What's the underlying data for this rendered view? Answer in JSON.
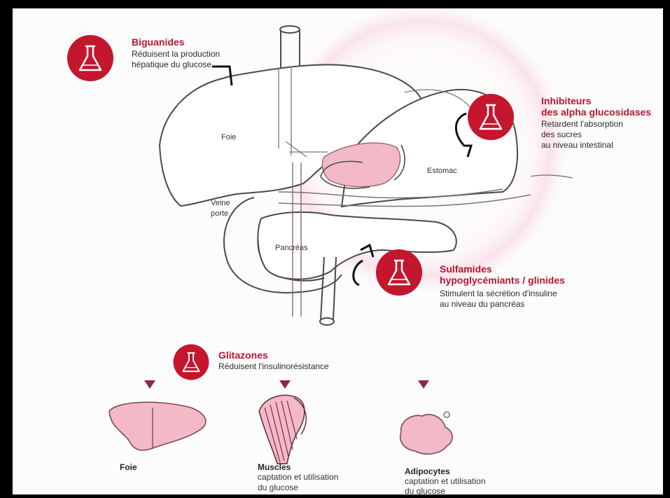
{
  "colors": {
    "accent": "#c4162d",
    "organ": "#f3b9c6",
    "organ_dark": "#c25a78",
    "line": "#4a4a4a"
  },
  "icons": {
    "badge": "flask-icon",
    "pointer": "triangle-down-icon"
  },
  "labels": {
    "foie": "Foie",
    "veine_porte_1": "Veine",
    "veine_porte_2": "porte",
    "estomac": "Estomac",
    "pancreas": "Pancréas"
  },
  "callouts": {
    "biguanides": {
      "title": "Biguanides",
      "line1": "Réduisent la production",
      "line2": "hépatique du glucose"
    },
    "alpha": {
      "title1": "Inhibiteurs",
      "title2": "des alpha glucosidases",
      "line1": "Retardent l'absorption",
      "line2": "des sucres",
      "line3": "au niveau intestinal"
    },
    "sulfamides": {
      "title1": "Sulfamides",
      "title2": "hypoglycémiants / glinides",
      "line1": "Stimulent la sécrétion d'insuline",
      "line2": "au niveau du pancréas"
    },
    "glitazones": {
      "title": "Glitazones",
      "line1": "Réduisent l'insulinorésistance"
    }
  },
  "targets": [
    {
      "title": "Foie"
    },
    {
      "title": "Muscles",
      "line1": "captation et utilisation",
      "line2": "du glucose"
    },
    {
      "title": "Adipocytes",
      "line1": "captation et utilisation",
      "line2": "du glucose"
    }
  ]
}
